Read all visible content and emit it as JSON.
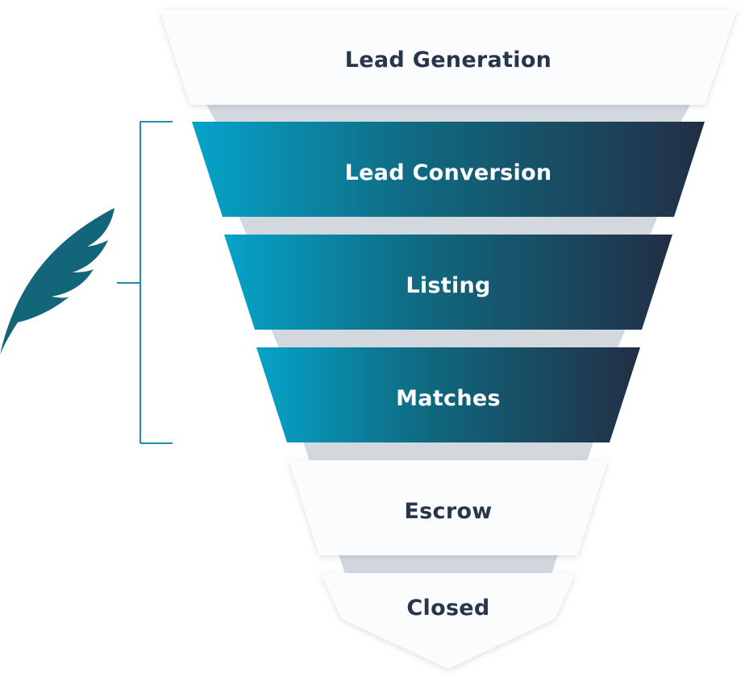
{
  "funnel": {
    "stages": [
      {
        "label": "Lead Generation",
        "style": "light"
      },
      {
        "label": "Lead Conversion",
        "style": "highlight"
      },
      {
        "label": "Listing",
        "style": "highlight"
      },
      {
        "label": "Matches",
        "style": "highlight"
      },
      {
        "label": "Escrow",
        "style": "light"
      },
      {
        "label": "Closed",
        "style": "light"
      }
    ],
    "bracket": {
      "spans_stages": [
        "Lead Conversion",
        "Listing",
        "Matches"
      ]
    },
    "logo": {
      "icon": "feather-icon"
    }
  },
  "colors": {
    "light_fill": "#fbfcfd",
    "light_text": "#27364a",
    "highlight_start": "#05a3c9",
    "highlight_mid": "#10687f",
    "highlight_end": "#222f45",
    "highlight_text": "#ffffff",
    "connector": "#d2d8de",
    "bracket": "#1f8fae",
    "logo": "#136679"
  }
}
